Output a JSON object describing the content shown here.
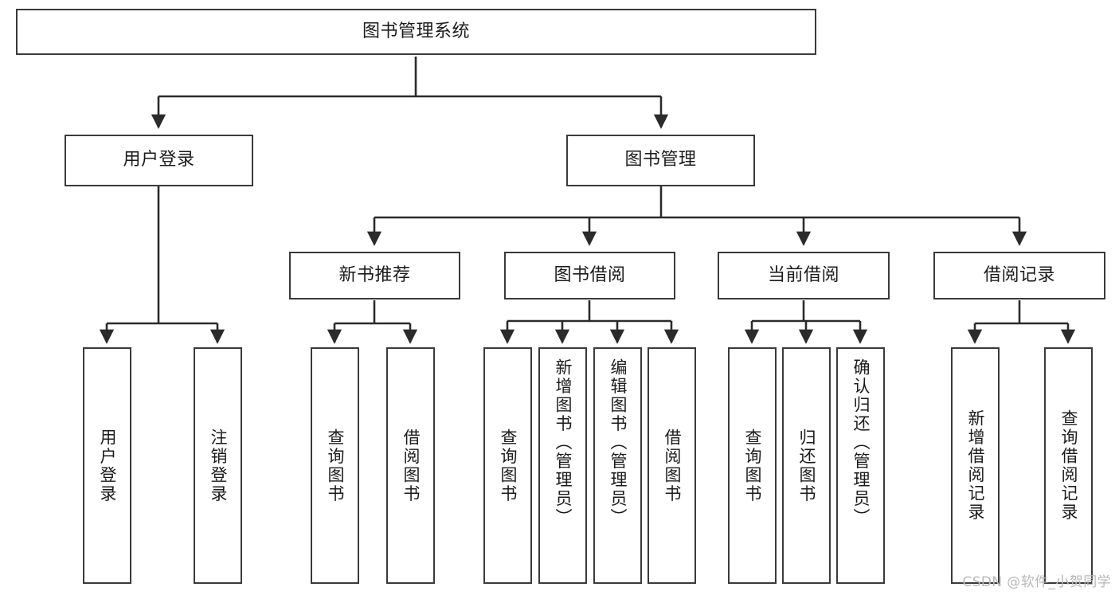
{
  "diagram": {
    "title": "图书管理系统",
    "type": "hierarchy-tree",
    "colors": {
      "box_border": "#3a3a3a",
      "box_fill": "#ffffff",
      "edge": "#2b2b2b",
      "text": "#1b1b1b",
      "watermark": "#b8b8b8"
    },
    "levels": {
      "root": {
        "label": "图书管理系统",
        "orientation": "horizontal"
      },
      "level2": [
        {
          "id": "user-login",
          "label": "用户登录",
          "orientation": "horizontal"
        },
        {
          "id": "book-management",
          "label": "图书管理",
          "orientation": "horizontal"
        }
      ],
      "level3": [
        {
          "id": "new-book-recommend",
          "label": "新书推荐",
          "orientation": "horizontal",
          "parent": "book-management"
        },
        {
          "id": "book-borrow",
          "label": "图书借阅",
          "orientation": "horizontal",
          "parent": "book-management"
        },
        {
          "id": "current-borrow",
          "label": "当前借阅",
          "orientation": "horizontal",
          "parent": "book-management"
        },
        {
          "id": "borrow-record",
          "label": "借阅记录",
          "orientation": "horizontal",
          "parent": "book-management"
        }
      ],
      "leaves": [
        {
          "id": "leaf-user-login",
          "label": "用户登录",
          "orientation": "vertical",
          "parent": "user-login"
        },
        {
          "id": "leaf-logout",
          "label": "注销登录",
          "orientation": "vertical",
          "parent": "user-login"
        },
        {
          "id": "leaf-query-book-1",
          "label": "查询图书",
          "orientation": "vertical",
          "parent": "new-book-recommend"
        },
        {
          "id": "leaf-borrow-book-1",
          "label": "借阅图书",
          "orientation": "vertical",
          "parent": "new-book-recommend"
        },
        {
          "id": "leaf-query-book-2",
          "label": "查询图书",
          "orientation": "vertical",
          "parent": "book-borrow"
        },
        {
          "id": "leaf-add-book",
          "label": "新增图书（管理员）",
          "orientation": "vertical",
          "parent": "book-borrow"
        },
        {
          "id": "leaf-edit-book",
          "label": "编辑图书（管理员）",
          "orientation": "vertical",
          "parent": "book-borrow"
        },
        {
          "id": "leaf-borrow-book-2",
          "label": "借阅图书",
          "orientation": "vertical",
          "parent": "book-borrow"
        },
        {
          "id": "leaf-query-book-3",
          "label": "查询图书",
          "orientation": "vertical",
          "parent": "current-borrow"
        },
        {
          "id": "leaf-return-book",
          "label": "归还图书",
          "orientation": "vertical",
          "parent": "current-borrow"
        },
        {
          "id": "leaf-confirm-return",
          "label": "确认归还（管理员）",
          "orientation": "vertical",
          "parent": "current-borrow"
        },
        {
          "id": "leaf-add-record",
          "label": "新增借阅记录",
          "orientation": "vertical",
          "parent": "borrow-record"
        },
        {
          "id": "leaf-query-record",
          "label": "查询借阅记录",
          "orientation": "vertical",
          "parent": "borrow-record"
        }
      ]
    },
    "watermark": "CSDN @软件_小贺同学"
  }
}
